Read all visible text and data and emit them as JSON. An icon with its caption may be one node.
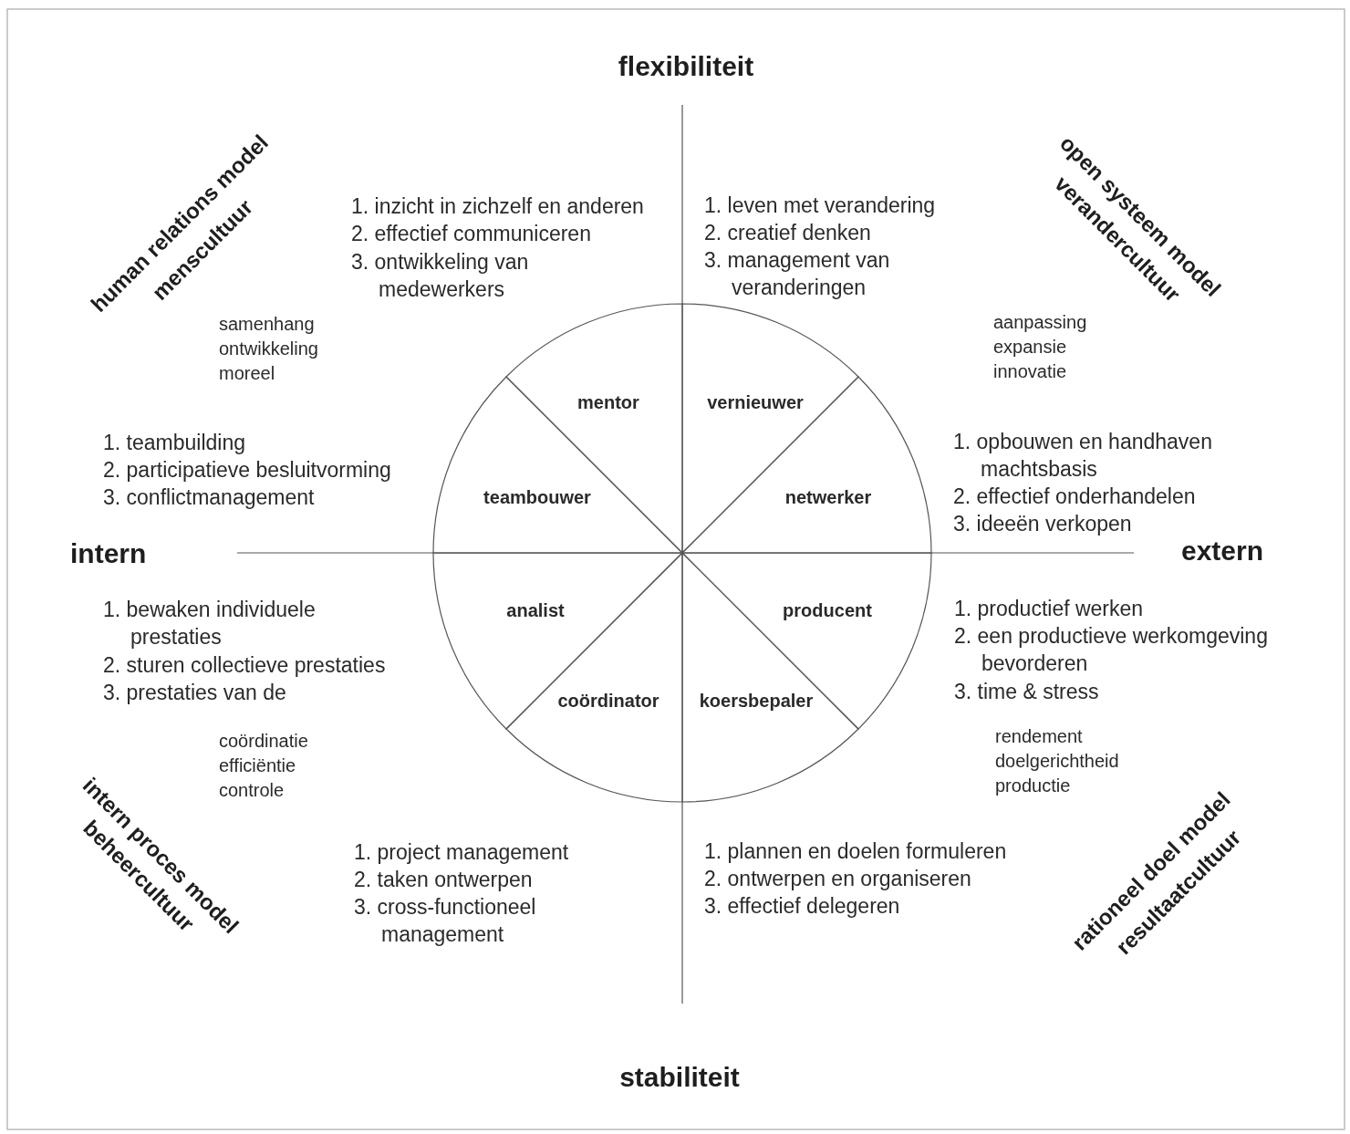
{
  "diagram": {
    "nodes": [
      {
        "text": [
          "mentor"
        ]
      },
      {
        "text": [
          "vernieuwer"
        ]
      },
      {
        "text": [
          "teambouwer"
        ]
      },
      {
        "text": [
          "netwerker"
        ]
      },
      {
        "text": [
          "analist"
        ]
      },
      {
        "text": [
          "producent"
        ]
      },
      {
        "text": [
          "coördinator"
        ]
      },
      {
        "text": [
          "koersbepaler"
        ]
      }
    ],
    "labels": [
      "flexibiliteit",
      "human relations model",
      "menscultuur",
      "open systeem model",
      "verandercultuur",
      "1. inzicht in zichzelf en anderen",
      "2. effectief communiceren",
      "3. ontwikkeling van medewerkers",
      "1. leven met verandering",
      "2. creatief denken",
      "3. management van veranderingen",
      "samenhang",
      "ontwikkeling",
      "moreel",
      "aanpassing",
      "expansie",
      "innovatie",
      "1. teambuilding",
      "2. participatieve besluitvorming",
      "3. conflictmanagement",
      "1. opbouwen en handhaven machtsbasis",
      "2. effectief onderhandelen",
      "3. ideeën verkopen",
      "intern",
      "extern",
      "1. bewaken individuele prestaties",
      "2. sturen collectieve prestaties",
      "3. prestaties van de",
      "1. productief werken",
      "2. een productieve werkomgeving bevorderen",
      "3. time & stress",
      "coördinatie",
      "efficiëntie",
      "controle",
      "rendement",
      "doelgerichtheid",
      "productie",
      "intern proces model",
      "beheercultuur",
      "1. project management",
      "2. taken ontwerpen",
      "3. cross-functioneel management",
      "1. plannen en doelen formuleren",
      "2. ontwerpen en organiseren",
      "3. effectief delegeren",
      "rationeel doel model",
      "resultaatcultuur",
      "stabiliteit"
    ]
  }
}
